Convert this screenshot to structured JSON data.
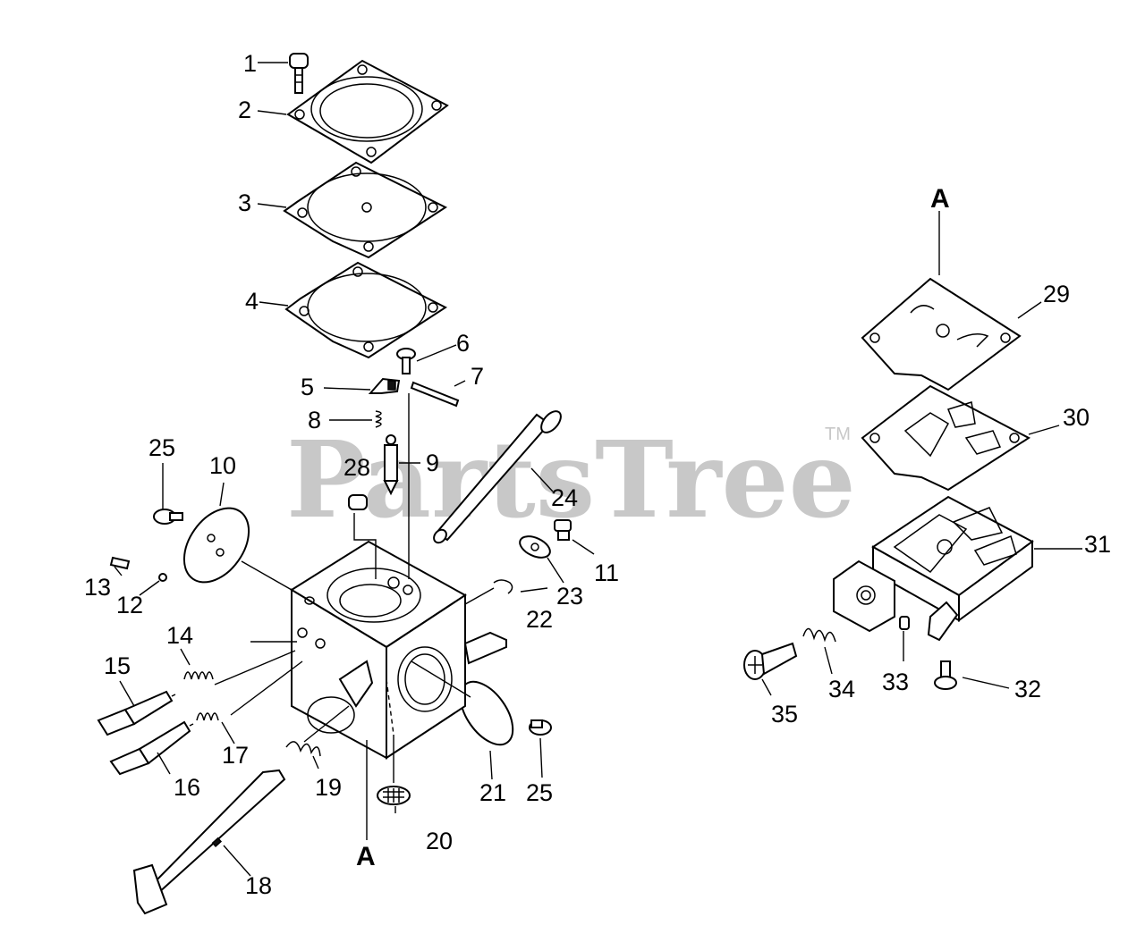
{
  "watermark": {
    "brand": "PartsTree",
    "trademark": "TM"
  },
  "section_labels": {
    "left": "A",
    "right": "A"
  },
  "callouts": {
    "c1": "1",
    "c2": "2",
    "c3": "3",
    "c4": "4",
    "c5": "5",
    "c6": "6",
    "c7": "7",
    "c8": "8",
    "c9": "9",
    "c10": "10",
    "c11": "11",
    "c12": "12",
    "c13": "13",
    "c14": "14",
    "c15": "15",
    "c16": "16",
    "c17": "17",
    "c18": "18",
    "c19": "19",
    "c20": "20",
    "c21": "21",
    "c22": "22",
    "c23": "23",
    "c24": "24",
    "c25a": "25",
    "c25b": "25",
    "c28": "28",
    "c29": "29",
    "c30": "30",
    "c31": "31",
    "c32": "32",
    "c33": "33",
    "c34": "34",
    "c35": "35"
  }
}
